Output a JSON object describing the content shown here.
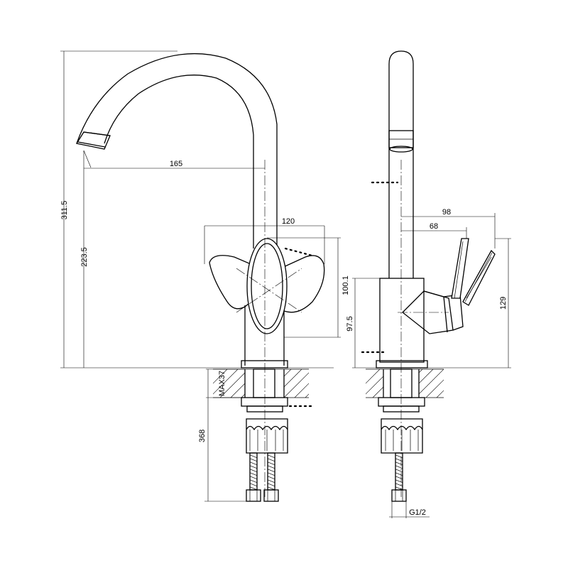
{
  "dimensions": {
    "total_height": "311.5",
    "spout_height": "223.5",
    "spout_reach": "165",
    "lever_width": "120",
    "body_height": "100.1",
    "max_counter_thickness": "MAX37",
    "hose_length": "368",
    "side_body_height": "97.5",
    "lever_reach_outer": "98",
    "lever_reach_inner": "68",
    "lever_height": "129",
    "thread_size": "G1/2"
  }
}
